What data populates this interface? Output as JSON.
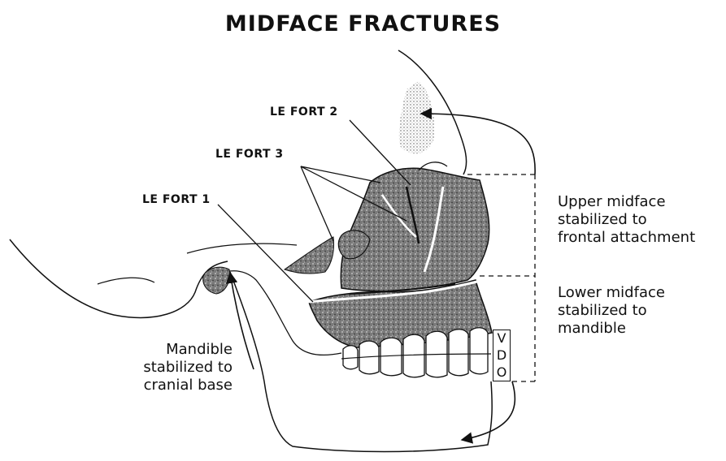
{
  "title": "MIDFACE FRACTURES",
  "fracture_labels": {
    "lefort1": "LE FORT 1",
    "lefort2": "LE FORT 2",
    "lefort3": "LE FORT 3"
  },
  "annotations": {
    "upper": [
      "Upper midface",
      "stabilized to",
      "frontal attachment"
    ],
    "lower": [
      "Lower midface",
      "stabilized to",
      "mandible"
    ],
    "mandible": [
      "Mandible",
      "stabilized to",
      "cranial base"
    ]
  },
  "vdo_letters": [
    "V",
    "D",
    "O"
  ]
}
